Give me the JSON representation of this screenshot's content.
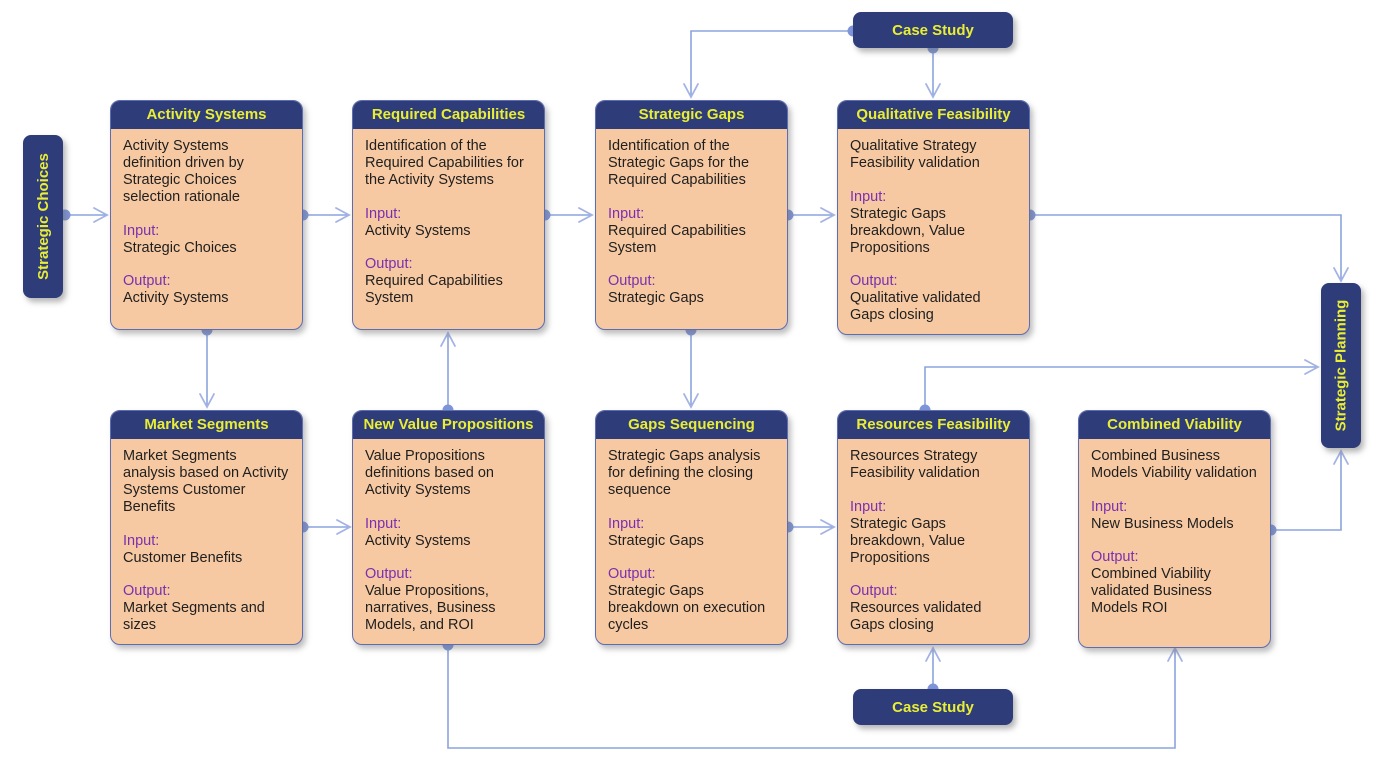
{
  "labels": {
    "input": "Input:",
    "output": "Output:"
  },
  "colors": {
    "navy": "#2e3c7a",
    "peach": "#f7c9a2",
    "yellow": "#e9ee34",
    "purple": "#7b2fb0",
    "ink": "#1f1f1f",
    "line": "#8ba3dd",
    "dot": "#7e95d9"
  },
  "pills": {
    "strategic_choices": "Strategic Choices",
    "strategic_planning": "Strategic Planning",
    "case_study_top": "Case Study",
    "case_study_bottom": "Case Study"
  },
  "boxes": [
    {
      "id": "activity-systems",
      "title": "Activity Systems",
      "description": "Activity Systems definition driven by Strategic Choices selection rationale",
      "input": "Strategic Choices",
      "output": "Activity Systems"
    },
    {
      "id": "required-capabilities",
      "title": "Required Capabilities",
      "description": "Identification of the Required Capabilities for the Activity Systems",
      "input": "Activity Systems",
      "output": "Required Capabilities System"
    },
    {
      "id": "strategic-gaps",
      "title": "Strategic Gaps",
      "description": "Identification of the Strategic Gaps for the Required Capabilities",
      "input": "Required Capabilities System",
      "output": "Strategic Gaps"
    },
    {
      "id": "qualitative-feasibility",
      "title": "Qualitative Feasibility",
      "description": "Qualitative Strategy Feasibility validation",
      "input": "Strategic Gaps breakdown, Value Propositions",
      "output": "Qualitative validated Gaps closing"
    },
    {
      "id": "market-segments",
      "title": "Market Segments",
      "description": "Market Segments analysis based on Activity Systems Customer Benefits",
      "input": "Customer Benefits",
      "output": "Market Segments and sizes"
    },
    {
      "id": "new-value-propositions",
      "title": "New Value Propositions",
      "description": "Value Propositions definitions based on Activity Systems",
      "input": "Activity Systems",
      "output": "Value Propositions, narratives, Business Models, and ROI"
    },
    {
      "id": "gaps-sequencing",
      "title": "Gaps Sequencing",
      "description": "Strategic Gaps analysis for defining the closing sequence",
      "input": "Strategic Gaps",
      "output": "Strategic Gaps breakdown on execution cycles"
    },
    {
      "id": "resources-feasibility",
      "title": "Resources Feasibility",
      "description": "Resources Strategy Feasibility validation",
      "input": "Strategic Gaps breakdown, Value Propositions",
      "output": "Resources validated Gaps closing"
    },
    {
      "id": "combined-viability",
      "title": "Combined Viability",
      "description": "Combined Business Models Viability validation",
      "input": "New Business Models",
      "output": "Combined Viability validated Business Models ROI"
    }
  ],
  "edges": [
    {
      "from": "strategic-choices",
      "to": "activity-systems"
    },
    {
      "from": "activity-systems",
      "to": "required-capabilities"
    },
    {
      "from": "required-capabilities",
      "to": "strategic-gaps"
    },
    {
      "from": "strategic-gaps",
      "to": "qualitative-feasibility"
    },
    {
      "from": "qualitative-feasibility",
      "to": "strategic-planning"
    },
    {
      "from": "case-study-top",
      "to": "strategic-gaps"
    },
    {
      "from": "case-study-top",
      "to": "qualitative-feasibility"
    },
    {
      "from": "activity-systems",
      "to": "market-segments"
    },
    {
      "from": "market-segments",
      "to": "new-value-propositions"
    },
    {
      "from": "new-value-propositions",
      "to": "required-capabilities"
    },
    {
      "from": "strategic-gaps",
      "to": "gaps-sequencing"
    },
    {
      "from": "gaps-sequencing",
      "to": "resources-feasibility"
    },
    {
      "from": "resources-feasibility",
      "to": "strategic-planning"
    },
    {
      "from": "case-study-bottom",
      "to": "resources-feasibility"
    },
    {
      "from": "new-value-propositions",
      "to": "combined-viability"
    },
    {
      "from": "combined-viability",
      "to": "strategic-planning"
    }
  ]
}
